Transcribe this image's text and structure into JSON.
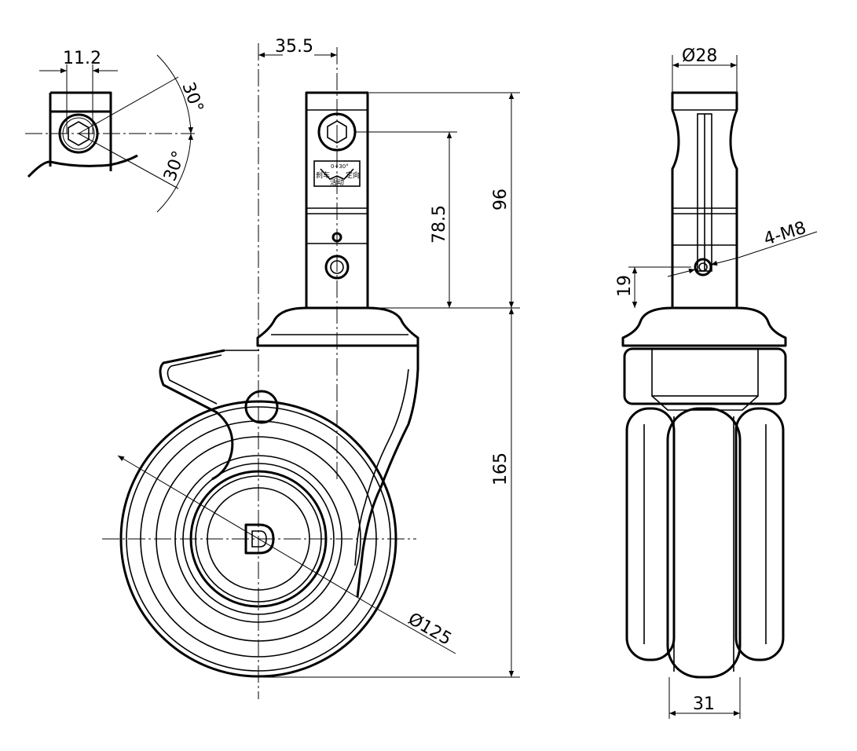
{
  "drawing": {
    "dimensions": {
      "hex_width": "11.2",
      "angle_upper": "30°",
      "angle_lower": "30°",
      "offset": "35.5",
      "hole_to_top_mount": "78.5",
      "stem_height": "96",
      "caster_height": "165",
      "wheel_diameter": "Ø125",
      "stem_diameter": "Ø28",
      "thread_spec": "4-M8",
      "hole_height": "19",
      "wheel_width": "31"
    },
    "stem_label": {
      "angle": "0+30°",
      "mode_brake": "刹车",
      "mode_swivel": "活动",
      "mode_fixed": "定向"
    },
    "logo": "D"
  }
}
